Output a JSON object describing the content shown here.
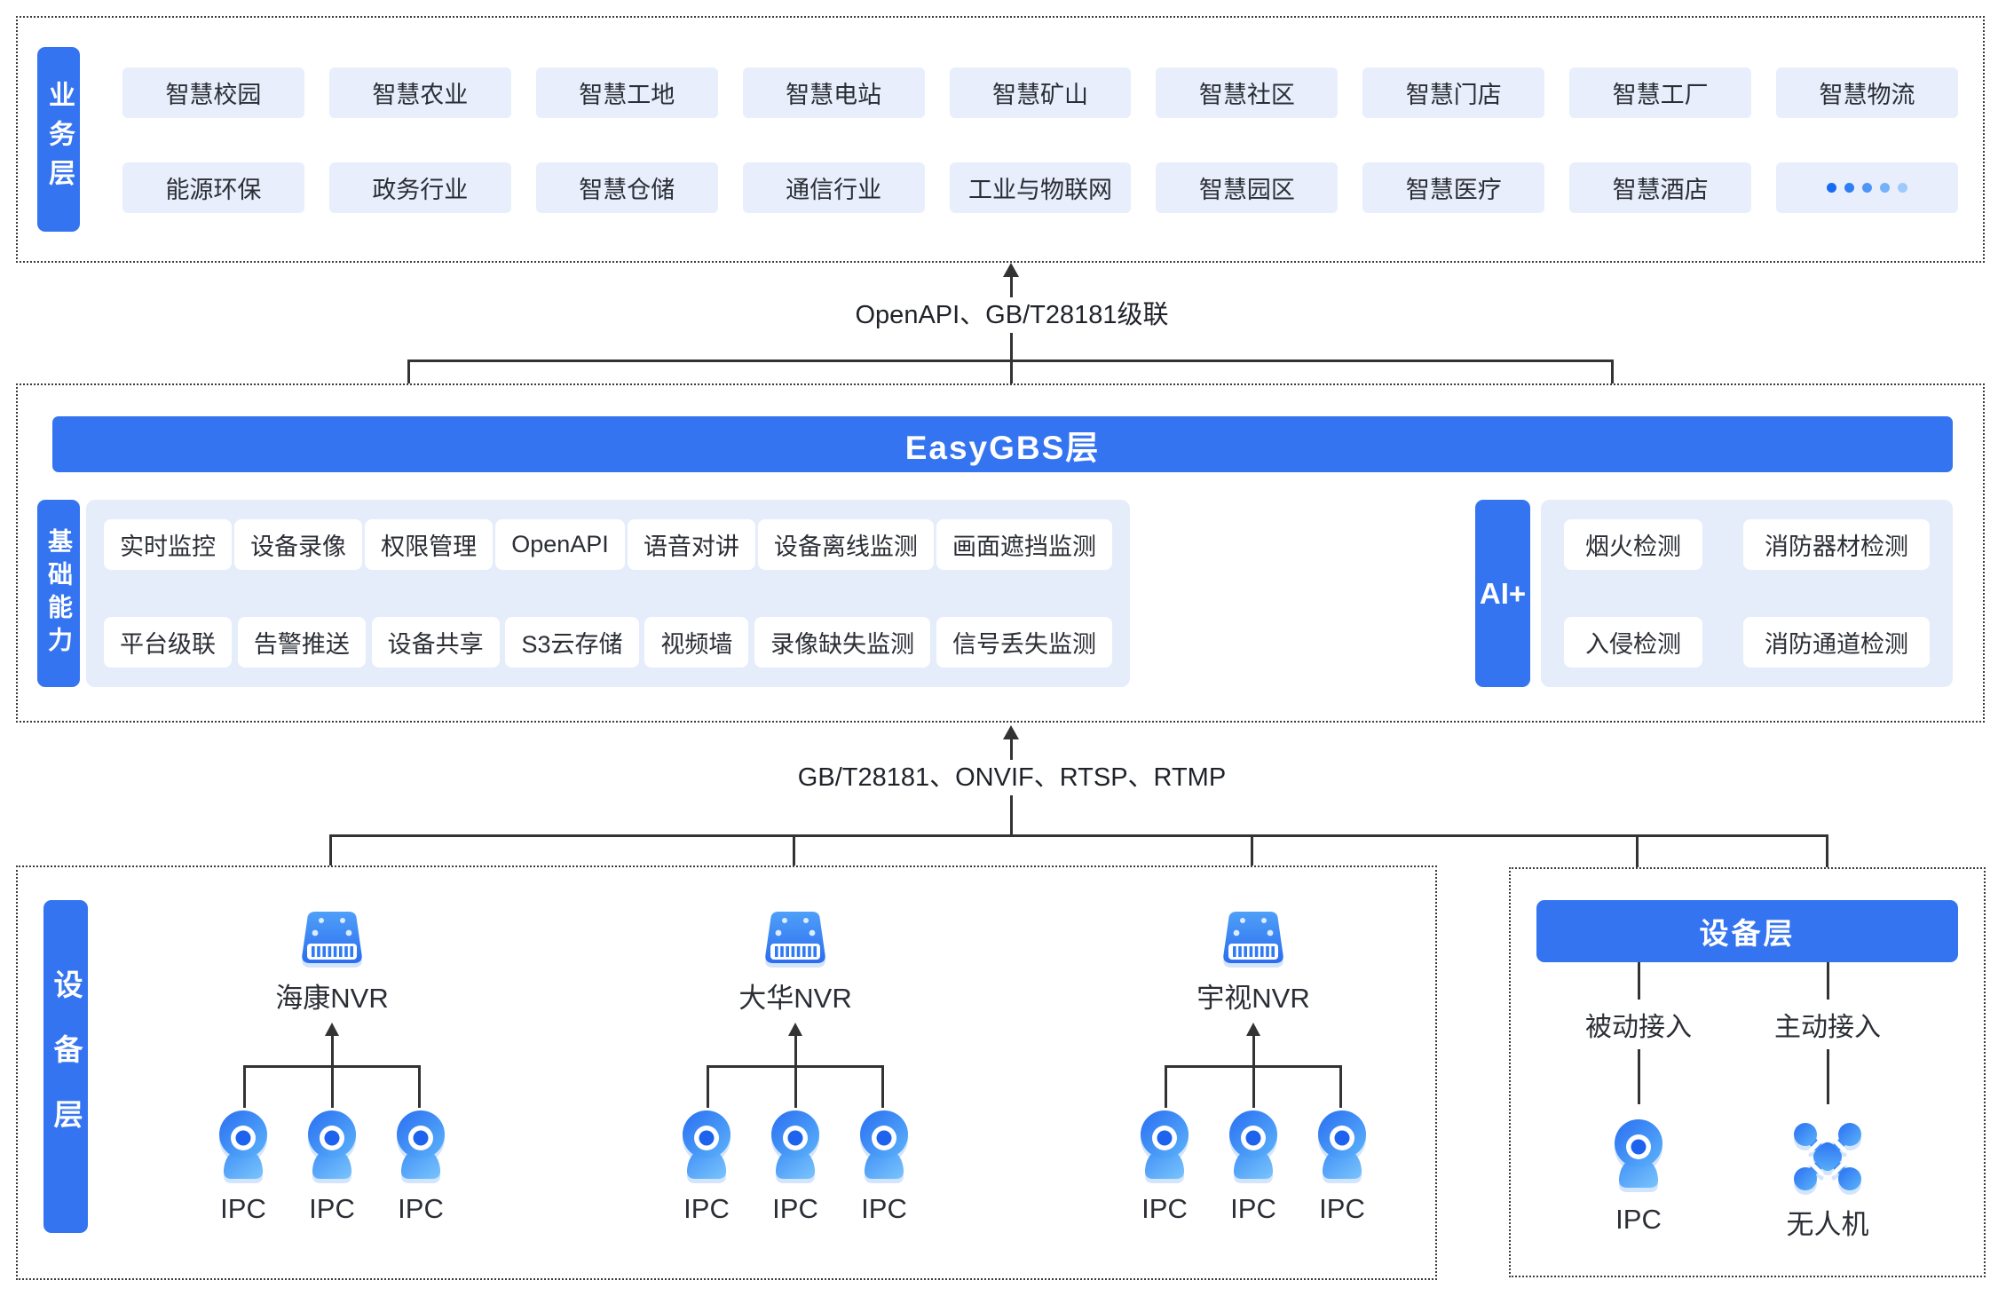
{
  "colors": {
    "primary_blue": "#3574f0",
    "chip_bg": "#e8eefc",
    "panel_bg": "#e5ecfa",
    "line": "#333333",
    "text": "#2b2e35",
    "icon_blue_dark": "#2e77f4",
    "icon_blue_light": "#61b7fb",
    "icon_shadow": "#d3e4fd"
  },
  "business": {
    "tag": "业务层",
    "row1": [
      "智慧校园",
      "智慧农业",
      "智慧工地",
      "智慧电站",
      "智慧矿山",
      "智慧社区",
      "智慧门店",
      "智慧工厂",
      "智慧物流"
    ],
    "row2": [
      "能源环保",
      "政务行业",
      "智慧仓储",
      "通信行业",
      "工业与物联网",
      "智慧园区",
      "智慧医疗",
      "智慧酒店"
    ],
    "more_label": "•••••"
  },
  "link_top": {
    "label": "OpenAPI、GB/T28181级联"
  },
  "platform": {
    "title": "EasyGBS层",
    "tag": "基础能力",
    "row1": [
      "实时监控",
      "设备录像",
      "权限管理",
      "OpenAPI",
      "语音对讲",
      "设备离线监测",
      "画面遮挡监测"
    ],
    "row2": [
      "平台级联",
      "告警推送",
      "设备共享",
      "S3云存储",
      "视频墙",
      "录像缺失监测",
      "信号丢失监测"
    ],
    "ai_tag": "AI+",
    "ai_row1": [
      "烟火检测",
      "消防器材检测"
    ],
    "ai_row2": [
      "入侵检测",
      "消防通道检测"
    ]
  },
  "link_bottom": {
    "label": "GB/T28181、ONVIF、RTSP、RTMP"
  },
  "devices": {
    "tag": "设备层",
    "groups": [
      {
        "nvr": "海康NVR",
        "cams": [
          "IPC",
          "IPC",
          "IPC"
        ]
      },
      {
        "nvr": "大华NVR",
        "cams": [
          "IPC",
          "IPC",
          "IPC"
        ]
      },
      {
        "nvr": "宇视NVR",
        "cams": [
          "IPC",
          "IPC",
          "IPC"
        ]
      }
    ]
  },
  "access": {
    "header": "设备层",
    "cols": [
      {
        "mode": "被动接入",
        "device": "IPC"
      },
      {
        "mode": "主动接入",
        "device": "无人机"
      }
    ]
  }
}
